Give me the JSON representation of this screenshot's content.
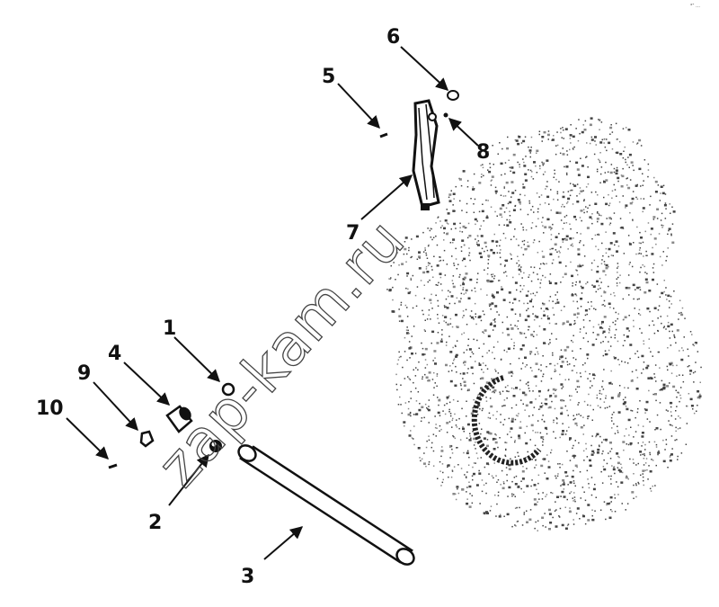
{
  "corner_mark": "°″ …",
  "watermark": "zap-kam.ru",
  "callouts": [
    {
      "id": "1",
      "label": "1"
    },
    {
      "id": "2",
      "label": "2"
    },
    {
      "id": "3",
      "label": "3"
    },
    {
      "id": "4",
      "label": "4"
    },
    {
      "id": "5",
      "label": "5"
    },
    {
      "id": "6",
      "label": "6"
    },
    {
      "id": "7",
      "label": "7"
    },
    {
      "id": "8",
      "label": "8"
    },
    {
      "id": "9",
      "label": "9"
    },
    {
      "id": "10",
      "label": "10"
    }
  ]
}
